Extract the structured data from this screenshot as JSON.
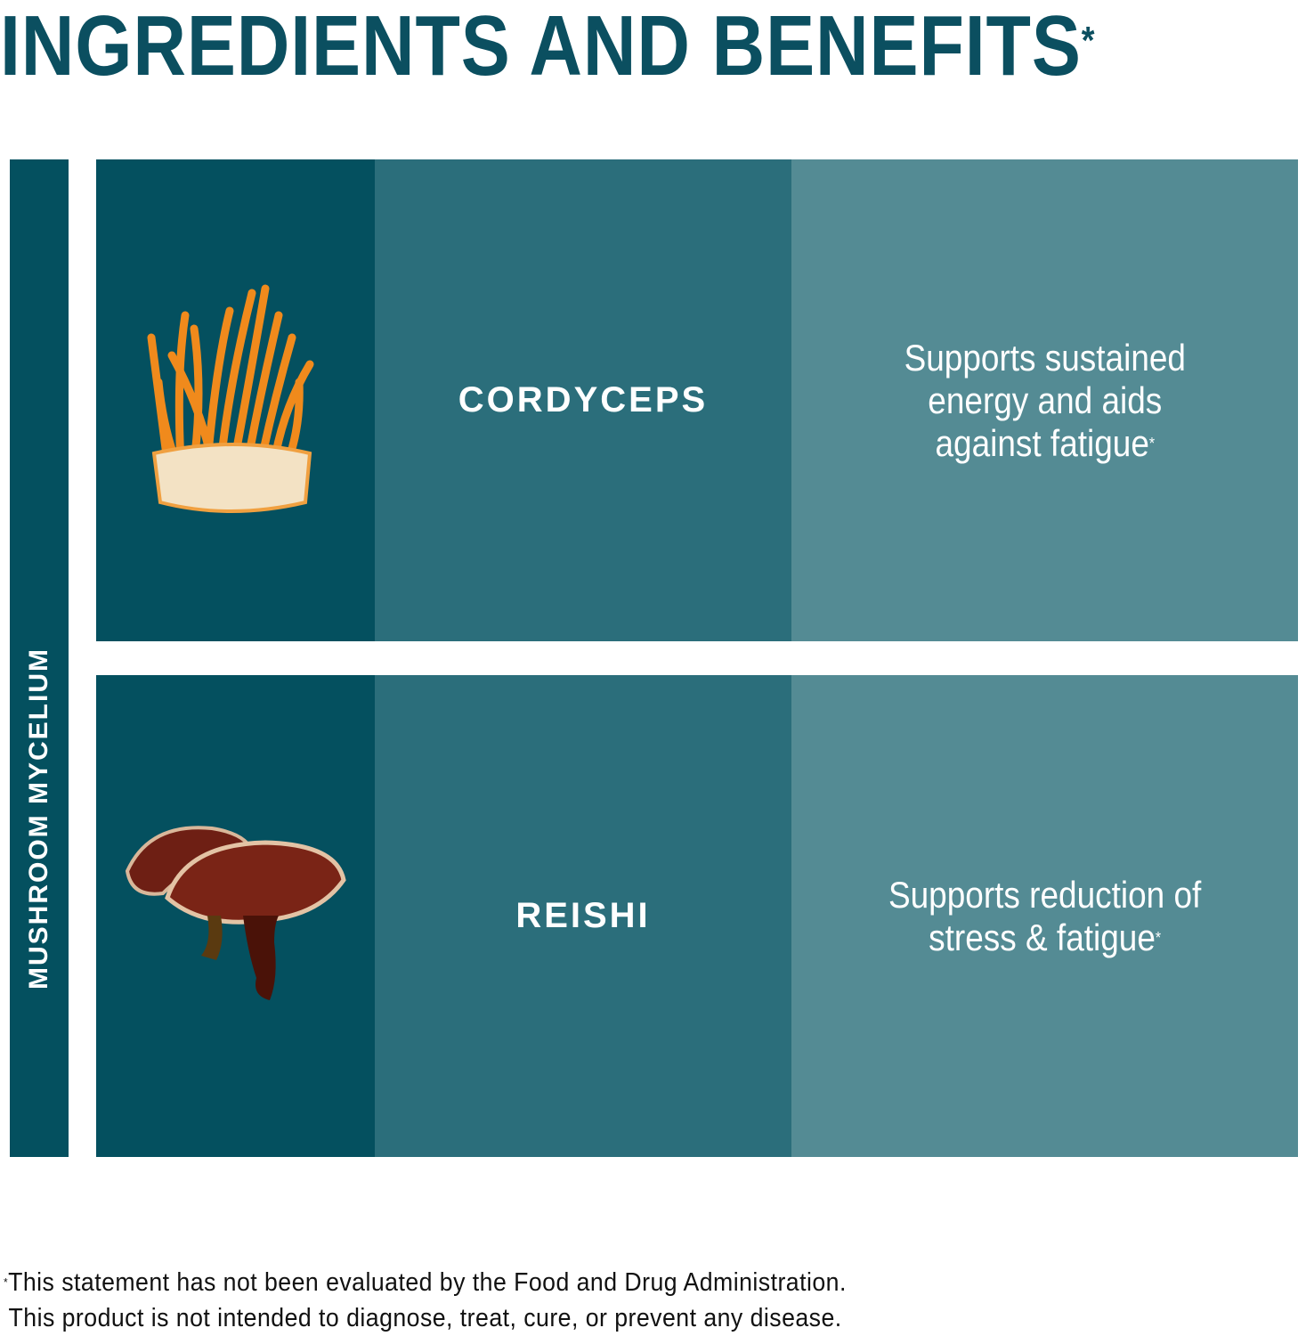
{
  "title": {
    "text": "INGREDIENTS AND BENEFITS",
    "mark": "*"
  },
  "sidebar": {
    "label": "MUSHROOM MYCELIUM"
  },
  "rows": [
    {
      "name": "CORDYCEPS",
      "benefit_lines": [
        "Supports sustained",
        "energy and aids",
        "against fatigue"
      ],
      "mark": "*",
      "image_icon": "cordyceps-mushroom-image"
    },
    {
      "name": "REISHI",
      "benefit_lines": [
        "Supports reduction of",
        "stress & fatigue"
      ],
      "mark": "*",
      "image_icon": "reishi-mushroom-image"
    }
  ],
  "footnote": {
    "mark": "*",
    "line1": "This statement has not been evaluated by the Food and Drug Administration.",
    "line2": "This product is not intended to diagnose, treat, cure, or prevent any disease."
  },
  "colors": {
    "title": "#0b4f60",
    "dark": "#04505f",
    "mid": "#2b6e7b",
    "light": "#548b94"
  }
}
